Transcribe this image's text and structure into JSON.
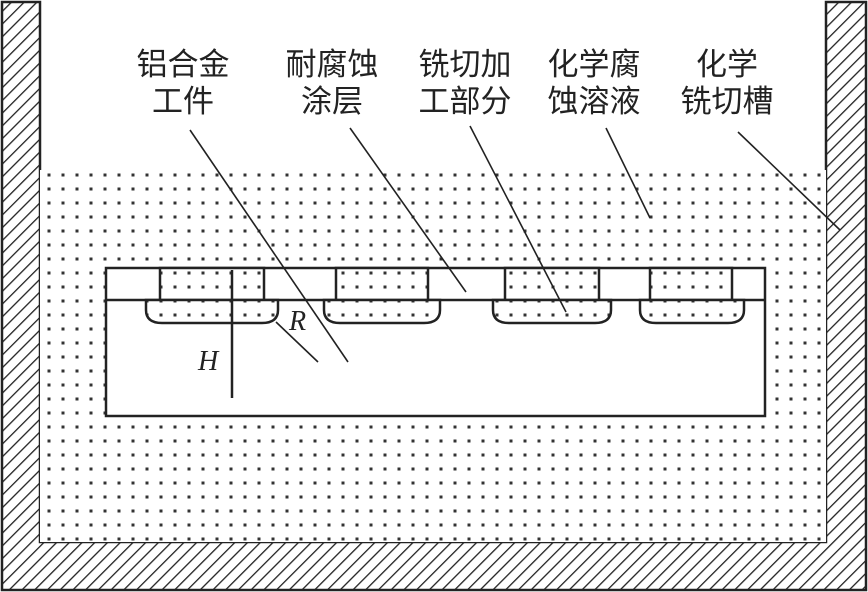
{
  "labels": {
    "workpiece": [
      "铝合金",
      "工件"
    ],
    "coating": [
      "耐腐蚀",
      "涂层"
    ],
    "milled_part": [
      "铣切加",
      "工部分"
    ],
    "solution": [
      "化学腐",
      "蚀溶液"
    ],
    "tank": [
      "化学",
      "铣切槽"
    ]
  },
  "symbols": {
    "radius": "R",
    "depth": "H"
  },
  "colors": {
    "stroke": "#222222",
    "dots": "#333333",
    "background": "#ffffff"
  }
}
